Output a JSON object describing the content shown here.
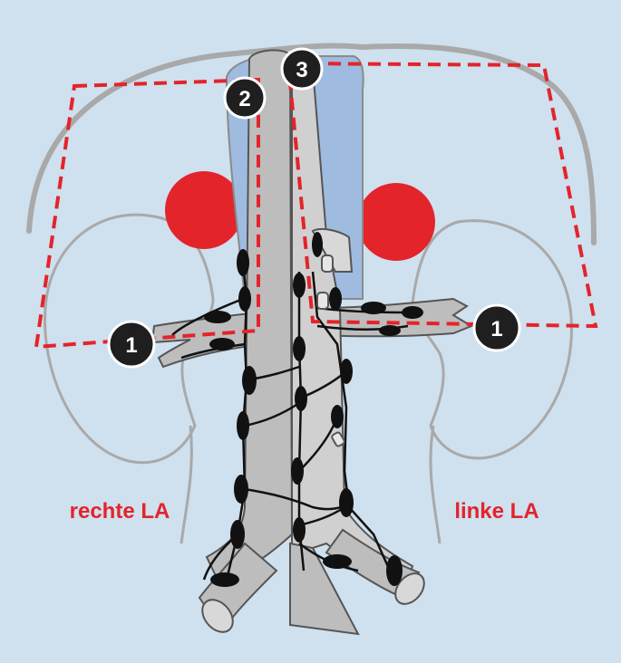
{
  "labels": {
    "right_field": "rechte LA",
    "left_field": "linke LA"
  },
  "badges": {
    "right_renal": "1",
    "left_renal": "1",
    "vena_cava_upper": "2",
    "aorta_upper": "3"
  },
  "colors": {
    "background": "#cfe0ee",
    "field_outline": "#e3242b",
    "adrenal": "#e3242b",
    "vessel": "#bdbdbd",
    "vena_cava_shade": "#9fbbe0",
    "badge": "#1f1f1f",
    "organ_outline": "#a9a9a9"
  }
}
